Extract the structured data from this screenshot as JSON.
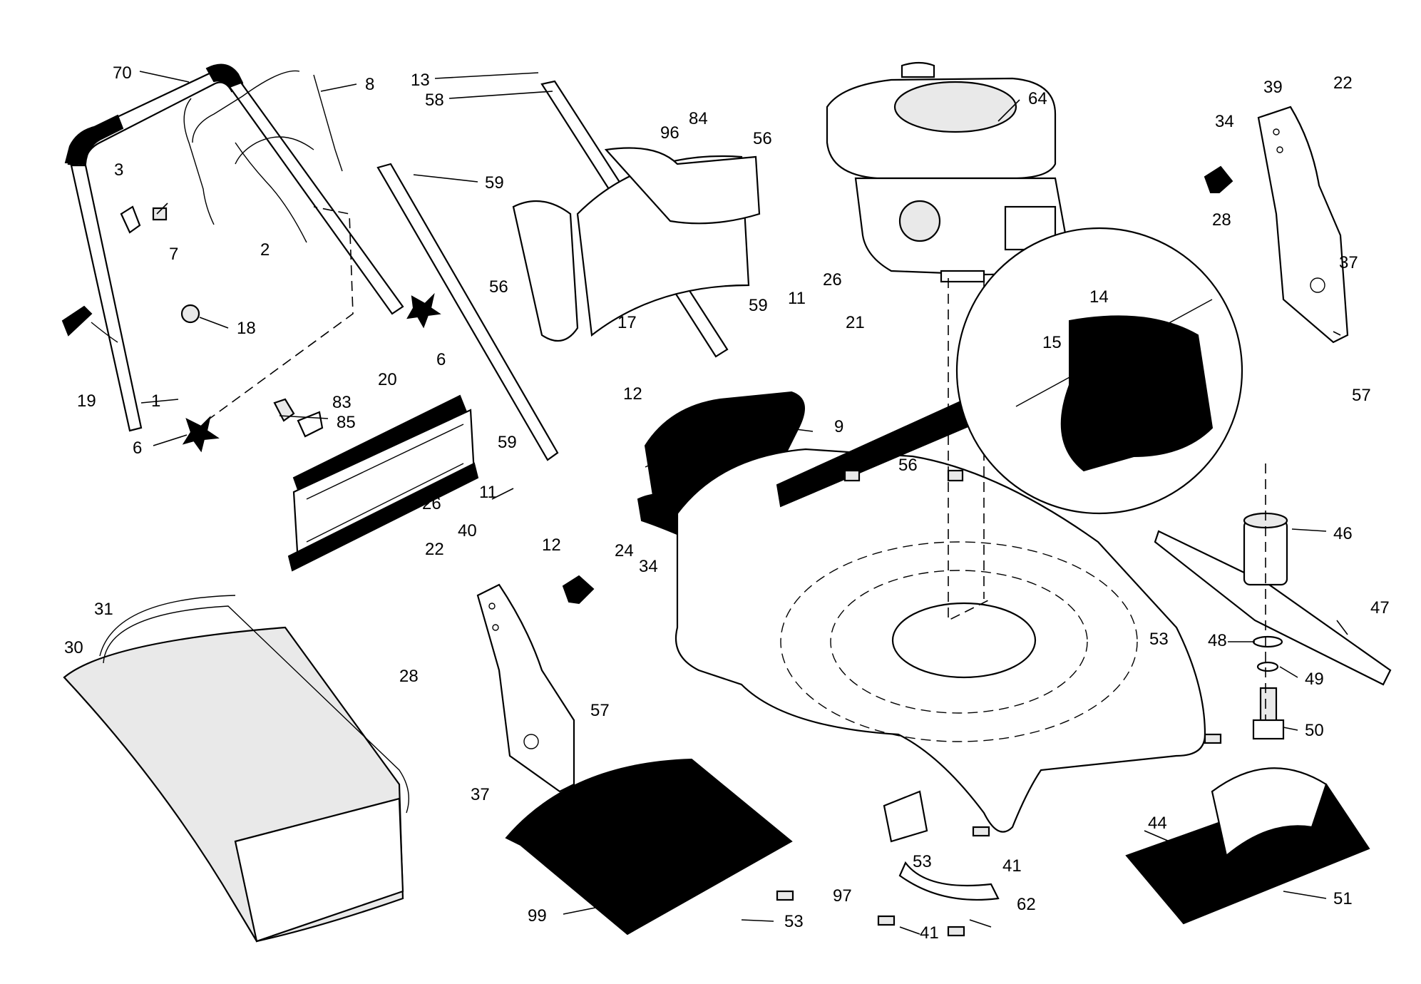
{
  "diagram": {
    "type": "exploded-parts-view",
    "callouts": [
      "70",
      "8",
      "13",
      "58",
      "59",
      "96",
      "84",
      "56",
      "64",
      "39",
      "22",
      "34",
      "3",
      "7",
      "2",
      "18",
      "19",
      "1",
      "6",
      "83",
      "85",
      "20",
      "6",
      "56",
      "56",
      "17",
      "59",
      "11",
      "26",
      "21",
      "12",
      "9",
      "28",
      "37",
      "14",
      "15",
      "57",
      "56",
      "59",
      "11",
      "26",
      "24",
      "40",
      "12",
      "34",
      "22",
      "46",
      "31",
      "30",
      "28",
      "57",
      "37",
      "53",
      "47",
      "48",
      "49",
      "50",
      "99",
      "53",
      "97",
      "53",
      "41",
      "62",
      "41",
      "44",
      "51"
    ]
  }
}
